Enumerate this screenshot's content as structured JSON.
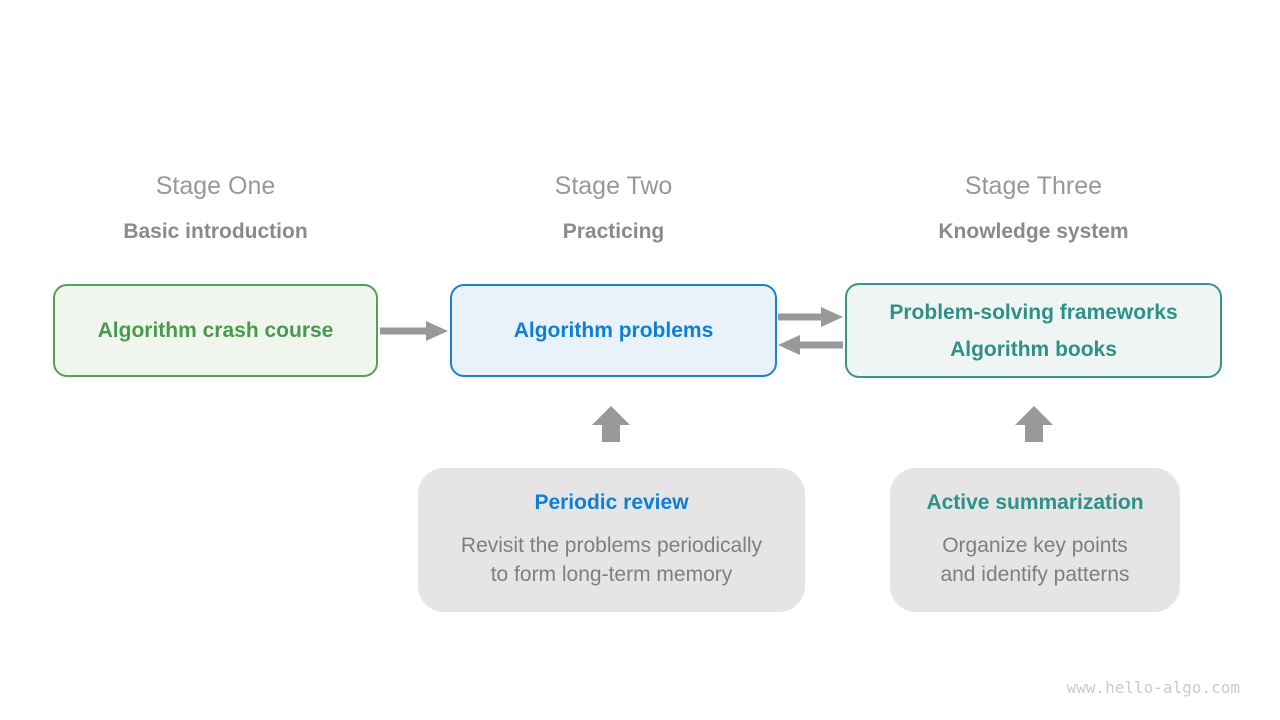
{
  "page": {
    "background": "#ffffff",
    "watermark": "www.hello-algo.com"
  },
  "colors": {
    "stage_title_gray": "#98989b",
    "stage_subtitle_gray": "#8a8a8a",
    "green_text_border": "#4a9a4e",
    "green_fill": "#f0f6ee",
    "blue_text_border": "#0e80d3",
    "blue_fill": "#e9f2fb",
    "teal_text_border": "#2f9088",
    "teal_fill": "#eef5f3",
    "note_fill": "#e5e5e6",
    "note_body_gray": "#7f7f81",
    "arrow_gray": "#97999b",
    "watermark_gray": "#cbcbcb"
  },
  "stages": [
    {
      "title": "Stage One",
      "subtitle": "Basic introduction",
      "box_lines": [
        "Algorithm crash course"
      ]
    },
    {
      "title": "Stage Two",
      "subtitle": "Practicing",
      "box_lines": [
        "Algorithm problems"
      ]
    },
    {
      "title": "Stage Three",
      "subtitle": "Knowledge system",
      "box_lines": [
        "Problem-solving frameworks",
        "Algorithm books"
      ]
    }
  ],
  "notes": [
    {
      "title": "Periodic review",
      "body_lines": [
        "Revisit the problems periodically",
        "to form long-term memory"
      ]
    },
    {
      "title": "Active summarization",
      "body_lines": [
        "Organize key points",
        "and identify patterns"
      ]
    }
  ],
  "arrows": [
    {
      "name": "crash-course-to-problems",
      "direction": "right"
    },
    {
      "name": "problems-to-frameworks",
      "direction": "right"
    },
    {
      "name": "frameworks-to-problems",
      "direction": "left"
    },
    {
      "name": "periodic-review-up",
      "direction": "up"
    },
    {
      "name": "active-summarization-up",
      "direction": "up"
    }
  ]
}
